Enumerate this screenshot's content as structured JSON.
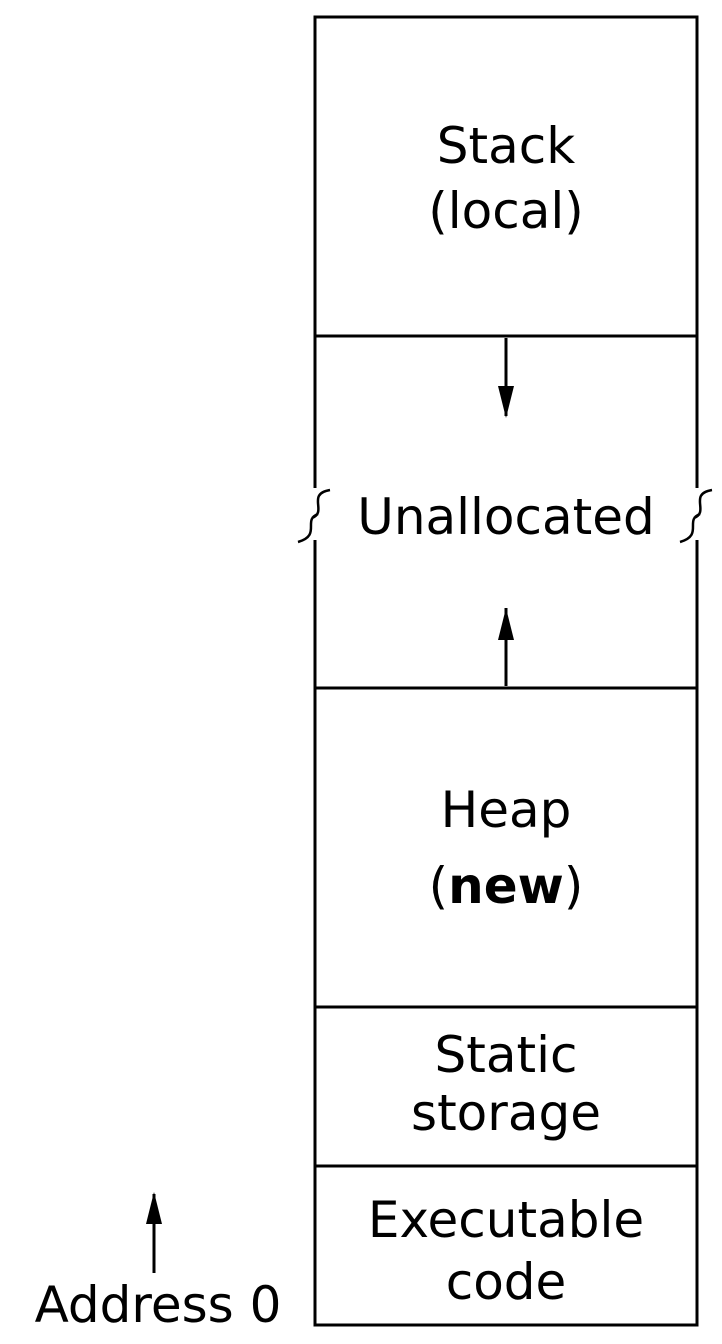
{
  "segments": {
    "stack": {
      "line1": "Stack",
      "line2": "(local)"
    },
    "unallocated": {
      "label": "Unallocated"
    },
    "heap": {
      "line1": "Heap",
      "line2_open": "(",
      "line2_keyword": "new",
      "line2_close": ")"
    },
    "static": {
      "line1": "Static",
      "line2": "storage"
    },
    "code": {
      "line1": "Executable",
      "line2": "code"
    }
  },
  "address_label": "Address 0",
  "colors": {
    "stroke": "#000000",
    "fill": "#ffffff"
  }
}
